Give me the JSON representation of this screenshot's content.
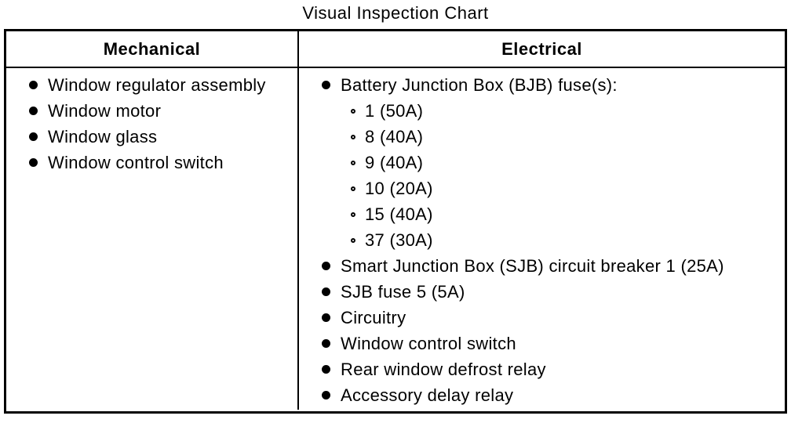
{
  "title": "Visual Inspection Chart",
  "colors": {
    "background": "#ffffff",
    "text": "#000000",
    "border": "#000000"
  },
  "table": {
    "columns": [
      {
        "header": "Mechanical",
        "items": [
          {
            "label": "Window regulator assembly",
            "sub": []
          },
          {
            "label": "Window motor",
            "sub": []
          },
          {
            "label": "Window glass",
            "sub": []
          },
          {
            "label": "Window control switch",
            "sub": []
          }
        ]
      },
      {
        "header": "Electrical",
        "items": [
          {
            "label": "Battery Junction Box (BJB) fuse(s):",
            "sub": [
              "1 (50A)",
              "8 (40A)",
              "9 (40A)",
              "10 (20A)",
              "15 (40A)",
              "37 (30A)"
            ]
          },
          {
            "label": "Smart Junction Box (SJB) circuit breaker 1 (25A)",
            "sub": []
          },
          {
            "label": "SJB fuse 5 (5A)",
            "sub": []
          },
          {
            "label": "Circuitry",
            "sub": []
          },
          {
            "label": "Window control switch",
            "sub": []
          },
          {
            "label": "Rear window defrost relay",
            "sub": []
          },
          {
            "label": "Accessory delay relay",
            "sub": []
          }
        ]
      }
    ]
  }
}
